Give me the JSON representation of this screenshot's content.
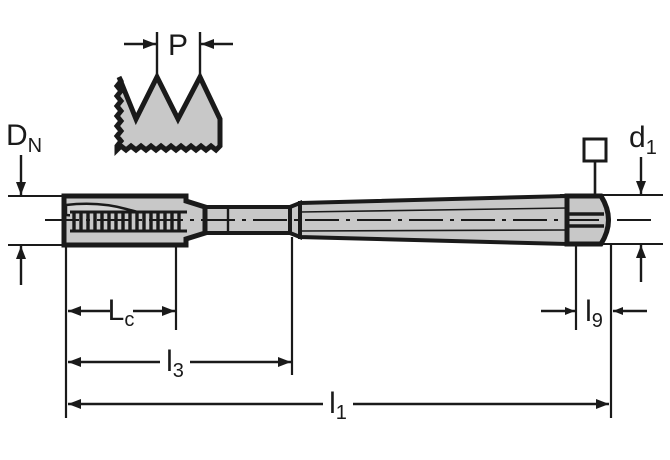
{
  "drawing": {
    "type": "technical-drawing",
    "subject": "machine tap / thread-cutting tap, side elevation with thread-profile detail",
    "background_color": "#ffffff",
    "line_color": "#1a1a1a",
    "fill_color": "#c8c8c8",
    "labels": {
      "pitch": {
        "base": "P",
        "sub": ""
      },
      "nominal_diameter": {
        "base": "D",
        "sub": "N"
      },
      "shank_diameter": {
        "base": "d",
        "sub": "1"
      },
      "chamfer_length": {
        "base": "L",
        "sub": "c"
      },
      "thread_length": {
        "base": "l",
        "sub": "3"
      },
      "square_length": {
        "base": "l",
        "sub": "9"
      },
      "overall_length": {
        "base": "l",
        "sub": "1"
      }
    },
    "symbols": {
      "square_drive": "square-symbol"
    },
    "detail_view": {
      "name": "thread-profile-detail",
      "teeth": 2,
      "dimension": "P"
    }
  },
  "chart_data": {
    "type": "diagram",
    "title": "",
    "annotations": [
      {
        "name": "P",
        "kind": "linear-dimension",
        "orientation": "horizontal",
        "location": "thread-profile-detail"
      },
      {
        "name": "DN",
        "kind": "diameter-dimension",
        "orientation": "vertical",
        "location": "thread-section"
      },
      {
        "name": "d1",
        "kind": "diameter-dimension",
        "orientation": "vertical",
        "location": "shank"
      },
      {
        "name": "Lc",
        "kind": "linear-dimension",
        "orientation": "horizontal",
        "location": "chamfer"
      },
      {
        "name": "l3",
        "kind": "linear-dimension",
        "orientation": "horizontal",
        "location": "thread-length"
      },
      {
        "name": "l9",
        "kind": "linear-dimension",
        "orientation": "horizontal",
        "location": "square-length"
      },
      {
        "name": "l1",
        "kind": "linear-dimension",
        "orientation": "horizontal",
        "location": "overall-length"
      }
    ]
  }
}
